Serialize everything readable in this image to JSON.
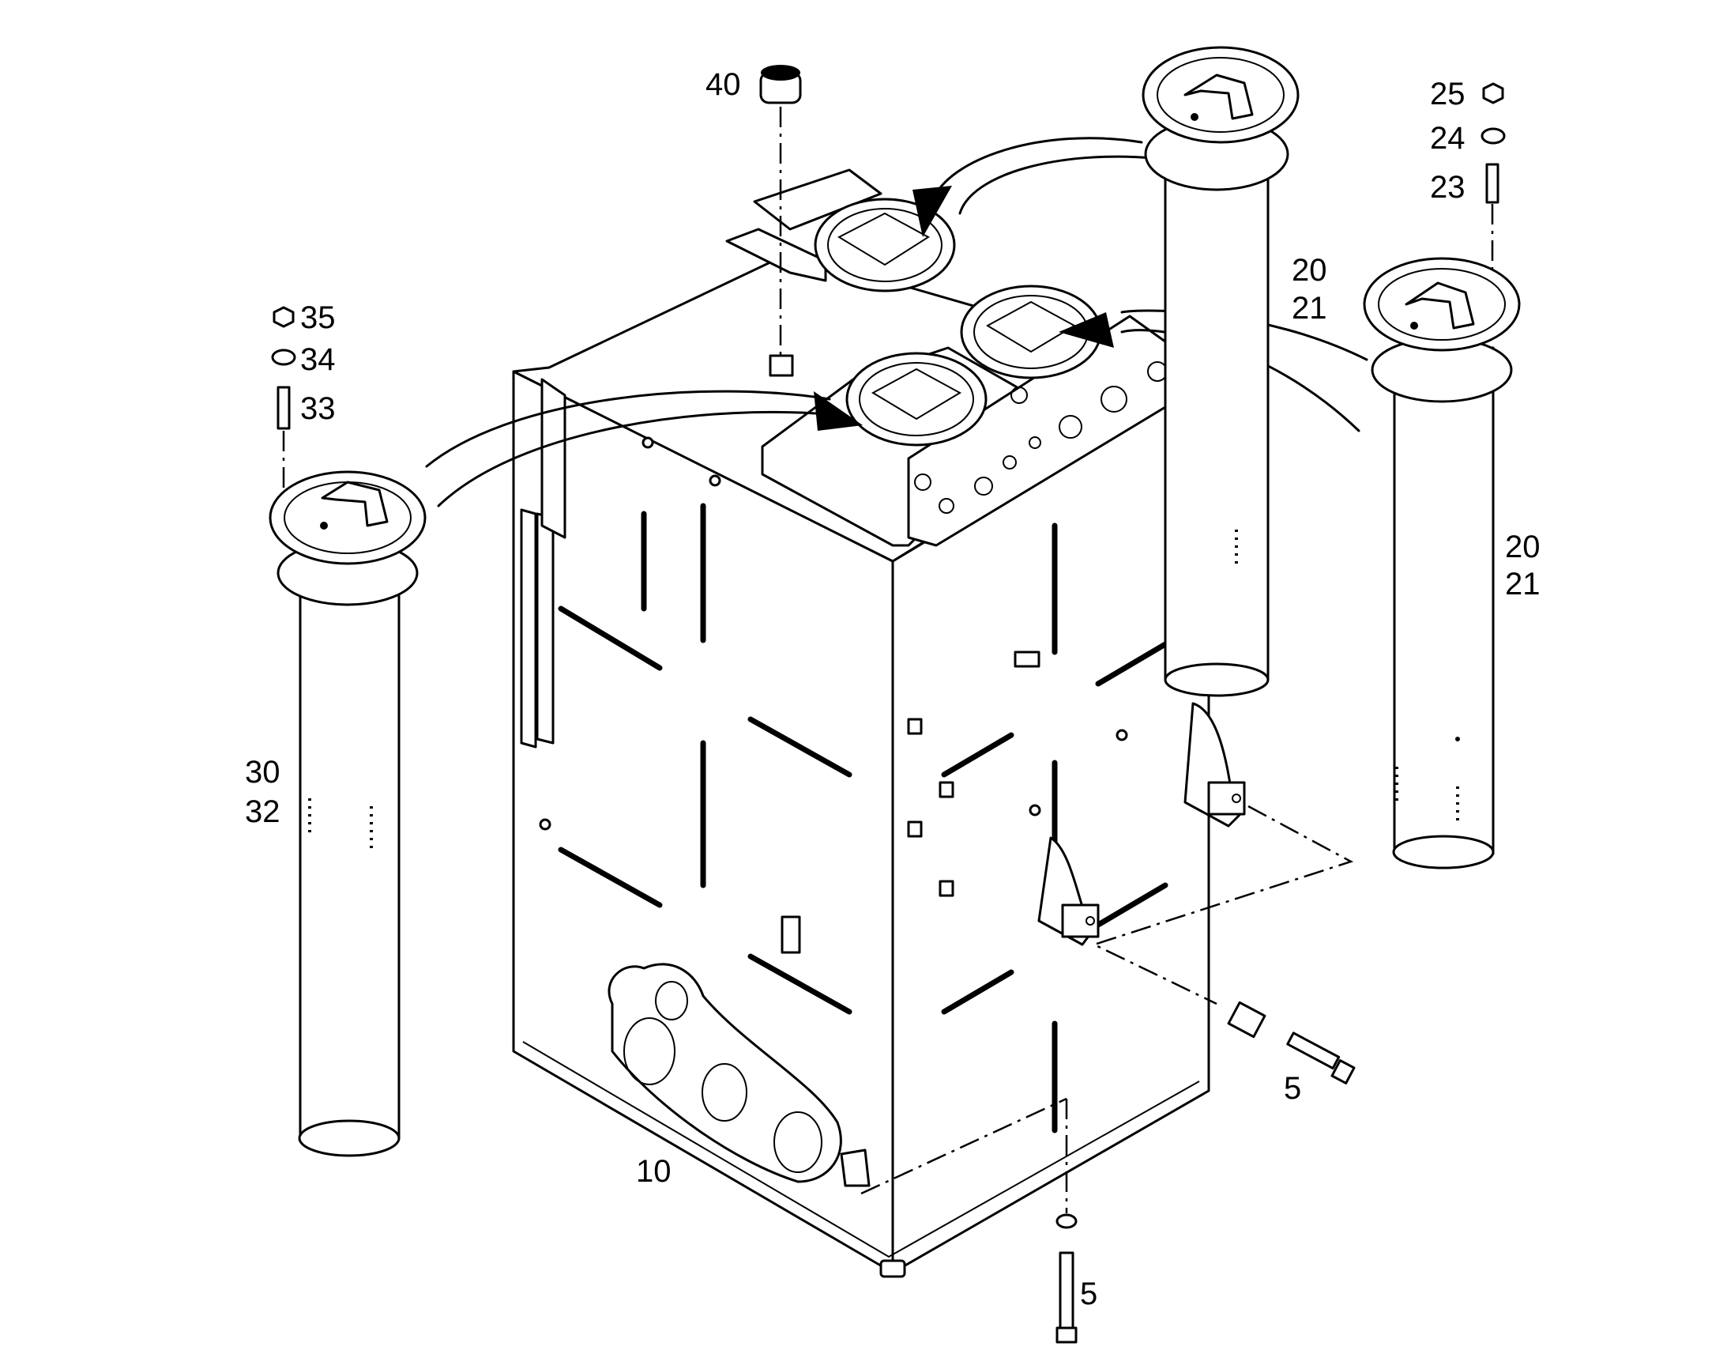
{
  "callouts": {
    "c40": "40",
    "c25": "25",
    "c24": "24",
    "c23": "23",
    "c20a": "20",
    "c21a": "21",
    "c20b": "20",
    "c21b": "21",
    "c35": "35",
    "c34": "34",
    "c33": "33",
    "c30": "30",
    "c32": "32",
    "c10": "10",
    "c5a": "5",
    "c5b": "5"
  },
  "colors": {
    "line": "#000000",
    "background": "#ffffff"
  }
}
